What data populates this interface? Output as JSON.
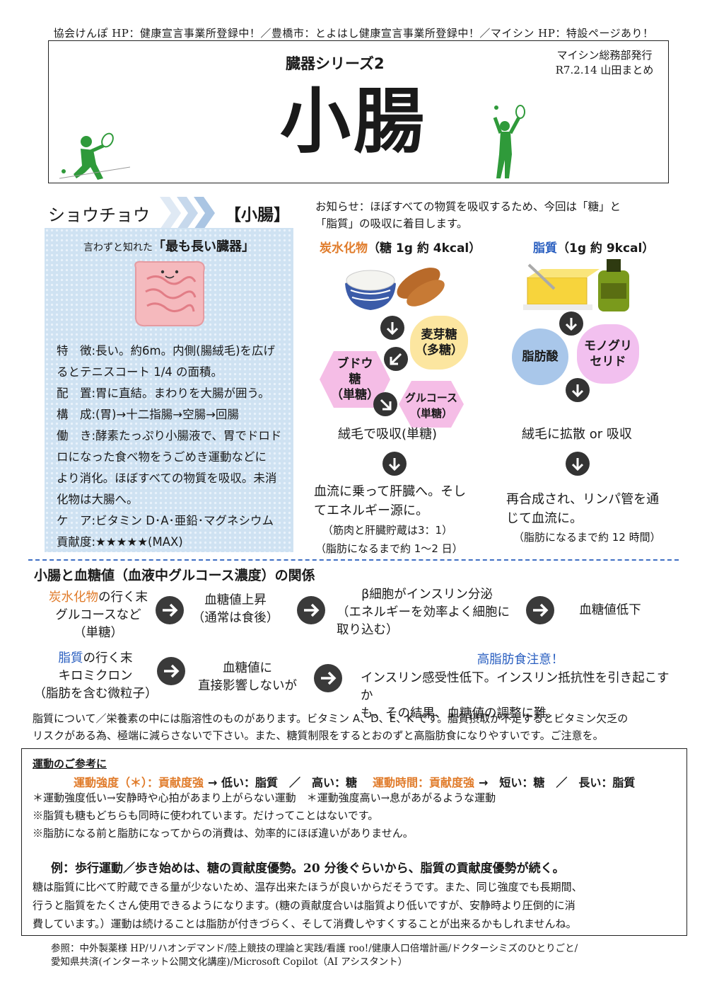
{
  "header": {
    "top_line": "協会けんぽ HP：健康宣言事業所登録中！／豊橋市：とよはし健康宣言事業所登録中！／マイシン HP：特設ページあり！",
    "series": "臓器シリーズ2",
    "publisher": "マイシン総務部発行",
    "date_author": "R7.2.14 山田まとめ",
    "title": "小腸"
  },
  "organ": {
    "name_kana": "ショウチョウ",
    "name_kanji": "【小腸】",
    "tagline_prefix": "言わずと知れた",
    "tagline_bold": "「最も長い臓器」",
    "specs": [
      "特　徴:長い。約6m。内側(腸絨毛)を広げ",
      "るとテニスコート 1/4 の面積。",
      "配　置:胃に直結。まわりを大腸が囲う。",
      "構　成:(胃)→十二指腸→空腸→回腸",
      "働　き:酵素たっぷり小腸液で、胃でドロド",
      "ロになった食べ物をうごめき運動などに",
      "より消化。ほぼすべての物質を吸収。未消",
      "化物は大腸へ。",
      "ケ　ア:ビタミン D･A･亜鉛･マグネシウム",
      "貢献度:★★★★★(MAX)"
    ]
  },
  "notice": {
    "line1": "お知らせ：ほぼすべての物質を吸収するため、今回は「糖」と",
    "line2": "「脂質」の吸収に着目します。"
  },
  "carb": {
    "title_colored": "炭水化物",
    "title_rest": "（糖 1g 約 4kcal）",
    "maltose": "麦芽糖\n（多糖）",
    "glucose_grape": "ブドウ\n糖\n（単糖）",
    "glucose": "グルコース\n（単糖）",
    "absorb": "絨毛で吸収(単糖)",
    "result1": "血流に乗って肝臓へ。そし",
    "result2": "てエネルギー源に。",
    "note1": "（筋肉と肝臓貯蔵は3：1）",
    "note2": "（脂肪になるまで約 1～2 日）"
  },
  "fat": {
    "title_colored": "脂質",
    "title_rest": "（1g 約 9kcal）",
    "fatty_acid": "脂肪酸",
    "monoglyceride": "モノグリ\nセリド",
    "absorb": "絨毛に拡散 or 吸収",
    "result1": "再合成され、リンパ管を通",
    "result2": "じて血流に。",
    "note": "（脂肪になるまで約 12 時間）"
  },
  "relation": {
    "title": "小腸と血糖値（血液中グルコース濃度）の関係",
    "row1": {
      "a_colored": "炭水化物",
      "a_rest1": "の行く末",
      "a_line2": "グルコースなど",
      "a_line3": "（単糖）",
      "b_line1": "血糖値上昇",
      "b_line2": "（通常は食後）",
      "c_line1": "β細胞がインスリン分泌",
      "c_line2": "（エネルギーを効率よく細胞に",
      "c_line3": "取り込む）",
      "d": "血糖値低下"
    },
    "row2": {
      "a_colored": "脂質",
      "a_rest1": "の行く末",
      "a_line2": "キロミクロン",
      "a_line3": "（脂肪を含む微粒子）",
      "b_line1": "血糖値に",
      "b_line2": "直接影響しないが",
      "c_heading": "高脂肪食注意！",
      "c_line1": "インスリン感受性低下。インスリン抵抗性を引き起こすか",
      "c_line2": "も。その結果、血糖値の調整に難。"
    },
    "note1": "脂質について／栄養素の中には脂溶性のものがあります。ビタミン A、D、E、K です。脂質摂取が不足するとビタミン欠乏の",
    "note2": "リスクがある為、極端に減らさないで下さい。また、糖質制限をするとおのずと高脂肪食になりやすいです。ご注意を。"
  },
  "exercise": {
    "heading": "運動のご参考に",
    "intensity_label": "運動強度（＊）：貢献度強",
    "intensity_rest": "→ 低い：脂質　／　高い：糖",
    "time_label": "運動時間：貢献度強",
    "time_rest": "→　短い：糖　／　長い：脂質",
    "note1": "＊運動強度低い→安静時や心拍があまり上がらない運動　＊運動強度高い→息があがるような運動",
    "note2": "※脂質も糖もどちらも同時に使われています。だけってことはないです。",
    "note3": "※脂肪になる前と脂肪になってからの消費は、効率的にほぼ違いがありません。",
    "example": "例：歩行運動／歩き始めは、糖の貢献度優勢。20 分後ぐらいから、脂質の貢献度優勢が続く。",
    "para1": "糖は脂質に比べて貯蔵できる量が少ないため、温存出来たほうが良いからだそうです。また、同じ強度でも長期間、",
    "para2": "行うと脂質をたくさん使用できるようになります。(糖の貢献度合いは脂質より低いですが、安静時より圧倒的に消",
    "para3": "費しています。）運動は続けることは脂肪が付きづらく、そして消費しやすくすることが出来るかもしれませんね。"
  },
  "refs": {
    "line1": "参照：中外製薬様 HP/リハオンデマンド/陸上競技の理論と実践/看護 roo!/健康人口倍増計画/ドクターシミズのひとりごと/",
    "line2": "愛知県共済(インターネット公開文化講座)/Microsoft Copilot（AI アシスタント）"
  },
  "colors": {
    "accent_orange": "#e07b2a",
    "accent_blue": "#2a5fc0",
    "panel_blue": "#cfe2f2",
    "tennis_green": "#2f9a3a"
  }
}
